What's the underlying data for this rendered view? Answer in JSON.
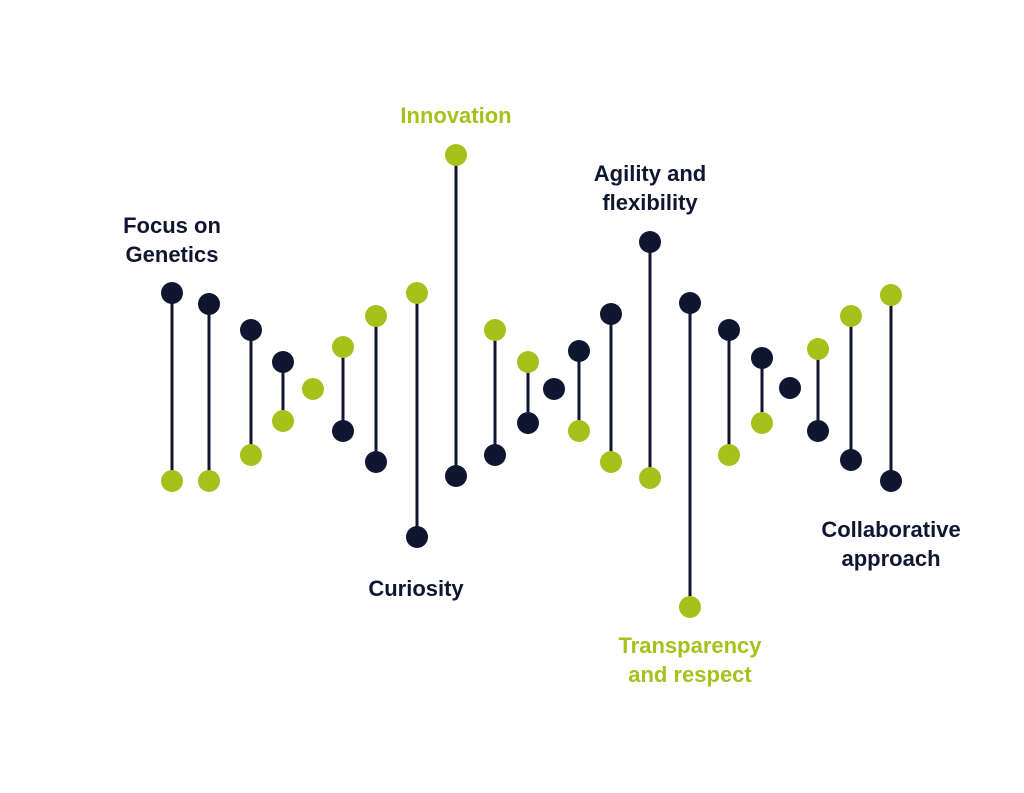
{
  "colors": {
    "dark": "#0f1630",
    "green": "#a7c11c"
  },
  "labels": {
    "focus_on_genetics": "Focus on\nGenetics",
    "innovation": "Innovation",
    "agility_and_flexibility": "Agility and\nflexibility",
    "curiosity": "Curiosity",
    "transparency_and_respect": "Transparency\nand respect",
    "collaborative_approach": "Collaborative\napproach"
  },
  "label_colors": {
    "focus_on_genetics": "dark",
    "innovation": "green",
    "agility_and_flexibility": "dark",
    "curiosity": "dark",
    "transparency_and_respect": "green",
    "collaborative_approach": "dark"
  }
}
